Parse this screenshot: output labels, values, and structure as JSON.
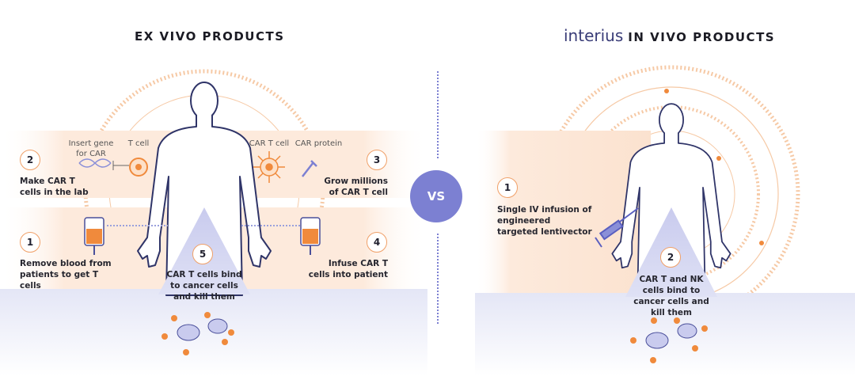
{
  "left": {
    "title": "EX VIVO PRODUCTS",
    "labels": {
      "insert_gene": "Insert gene for CAR",
      "t_cell": "T cell",
      "car_t_cell": "CAR T cell",
      "car_protein": "CAR protein"
    },
    "steps": [
      {
        "num": "1",
        "text": "Remove blood from patients to get T cells"
      },
      {
        "num": "2",
        "text": "Make CAR T cells in the lab"
      },
      {
        "num": "3",
        "text": "Grow millions of CAR T cell"
      },
      {
        "num": "4",
        "text": "Infuse CAR T cells into patient"
      },
      {
        "num": "5",
        "text": "CAR T cells bind to cancer cells and kill them"
      }
    ]
  },
  "vs_label": "VS",
  "right": {
    "logo": "interius",
    "title": "IN VIVO PRODUCTS",
    "steps": [
      {
        "num": "1",
        "text": "Single IV infusion of engineered targeted lentivector"
      },
      {
        "num": "2",
        "text": "CAR T and NK cells bind to cancer cells and kill them"
      }
    ]
  },
  "colors": {
    "orange": "#f08a3c",
    "peach": "#fde9da",
    "purple": "#7c80d2",
    "lavender": "#e6e8f6",
    "outline": "#2f3468"
  }
}
